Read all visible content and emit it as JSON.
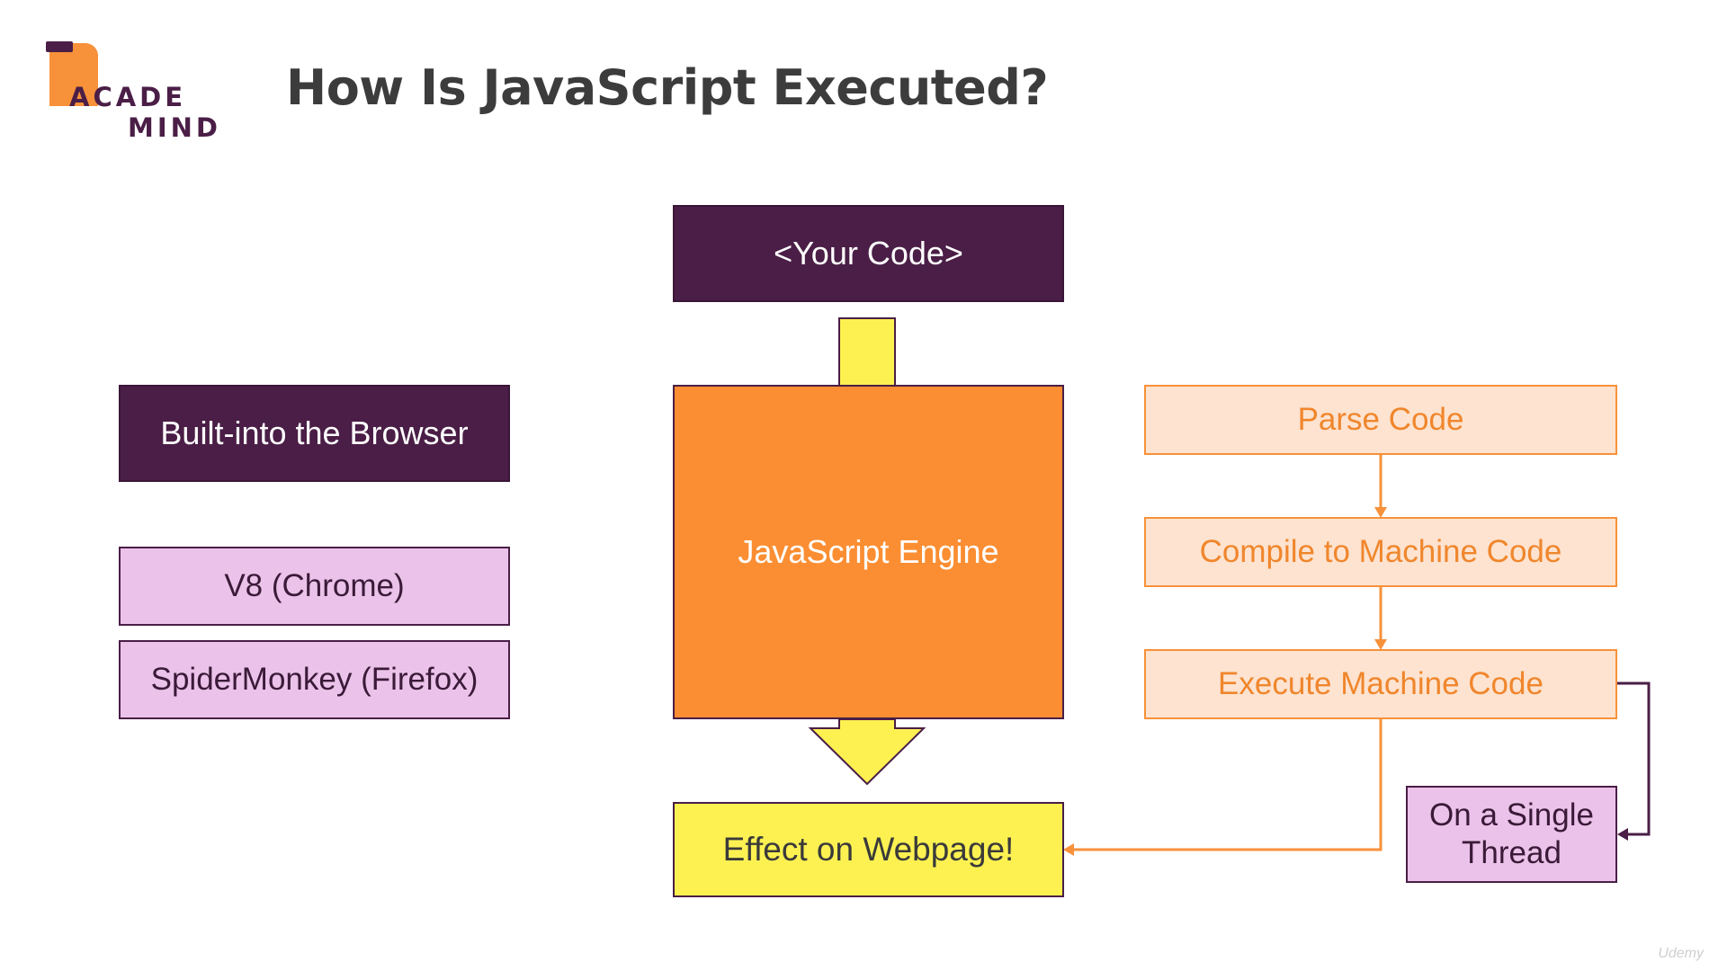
{
  "logo": {
    "line1": "ACADE",
    "line2": "MIND"
  },
  "title": "How Is JavaScript Executed?",
  "boxes": {
    "your_code": "<Your Code>",
    "engine": "JavaScript Engine",
    "effect": "Effect on Webpage!",
    "browser": "Built-into the Browser",
    "v8": "V8 (Chrome)",
    "spidermonkey": "SpiderMonkey (Firefox)",
    "parse": "Parse Code",
    "compile": "Compile to Machine Code",
    "execute": "Execute Machine Code",
    "thread": "On a Single Thread"
  },
  "watermark": "Udemy",
  "colors": {
    "dark_purple": "#4a1e46",
    "orange": "#fb8e33",
    "yellow": "#fdf152",
    "pink": "#ebc3ea",
    "peach": "#fde3d0",
    "orange_line": "#f7913a"
  }
}
